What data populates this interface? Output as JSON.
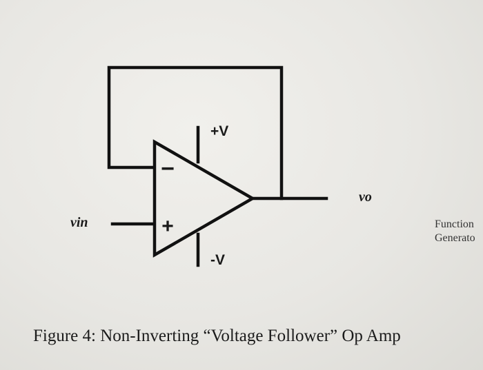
{
  "diagram": {
    "vin_label": "vin",
    "vo_label": "vo",
    "pos_supply_label": "+V",
    "neg_supply_label": "-V",
    "inverting_symbol": "−",
    "noninverting_symbol": "+"
  },
  "side_note": {
    "line1": "Function",
    "line2": "Generato"
  },
  "caption": "Figure 4: Non-Inverting “Voltage Follower” Op Amp",
  "colors": {
    "ink": "#111111",
    "paper": "#ebeae6"
  }
}
